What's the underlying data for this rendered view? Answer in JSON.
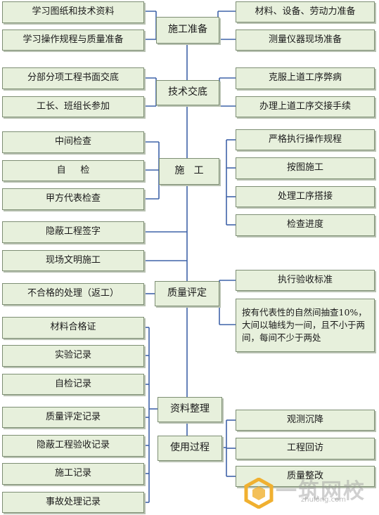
{
  "center_nodes": {
    "prep": "施工准备",
    "tech": "技术交底",
    "construct": "施   工",
    "quality": "质量评定",
    "docs": "资料整理",
    "use": "使用过程"
  },
  "left_nodes": {
    "study_drawings": "学习图纸和技术资料",
    "study_rules": "学习操作规程与质量准备",
    "written_brief": "分部分项工程书面交底",
    "foreman": "工长、班组长参加",
    "mid_check": "中间检查",
    "self_check": "自     检",
    "owner_check": "甲方代表检查",
    "hidden_sign": "隐蔽工程签字",
    "site_civil": "现场文明施工",
    "rework": "不合格的处理（返工）",
    "doc_material": "材料合格证",
    "doc_test": "实验记录",
    "doc_self": "自检记录",
    "doc_quality": "质量评定记录",
    "doc_hidden": "隐蔽工程验收记录",
    "doc_construct": "施工记录",
    "doc_accident": "事故处理记录"
  },
  "right_nodes": {
    "materials": "材料、设备、劳动力准备",
    "instruments": "测量仪器现场准备",
    "overcome": "克服上道工序弊病",
    "handover": "办理上道工序交接手续",
    "strict": "严格执行操作规程",
    "by_drawing": "按图施工",
    "lap": "处理工序搭接",
    "progress": "检查进度",
    "acceptance": "执行验收标准",
    "sampling": "按有代表性的自然间抽查10%，大间以轴线为一间，且不小于两间，每间不少于两处",
    "settlement": "观测沉降",
    "revisit": "工程回访",
    "warranty": "质量整改"
  },
  "watermark": {
    "text": "一筑网校",
    "sub": "zhulong.com",
    "color": "#f0b030"
  }
}
